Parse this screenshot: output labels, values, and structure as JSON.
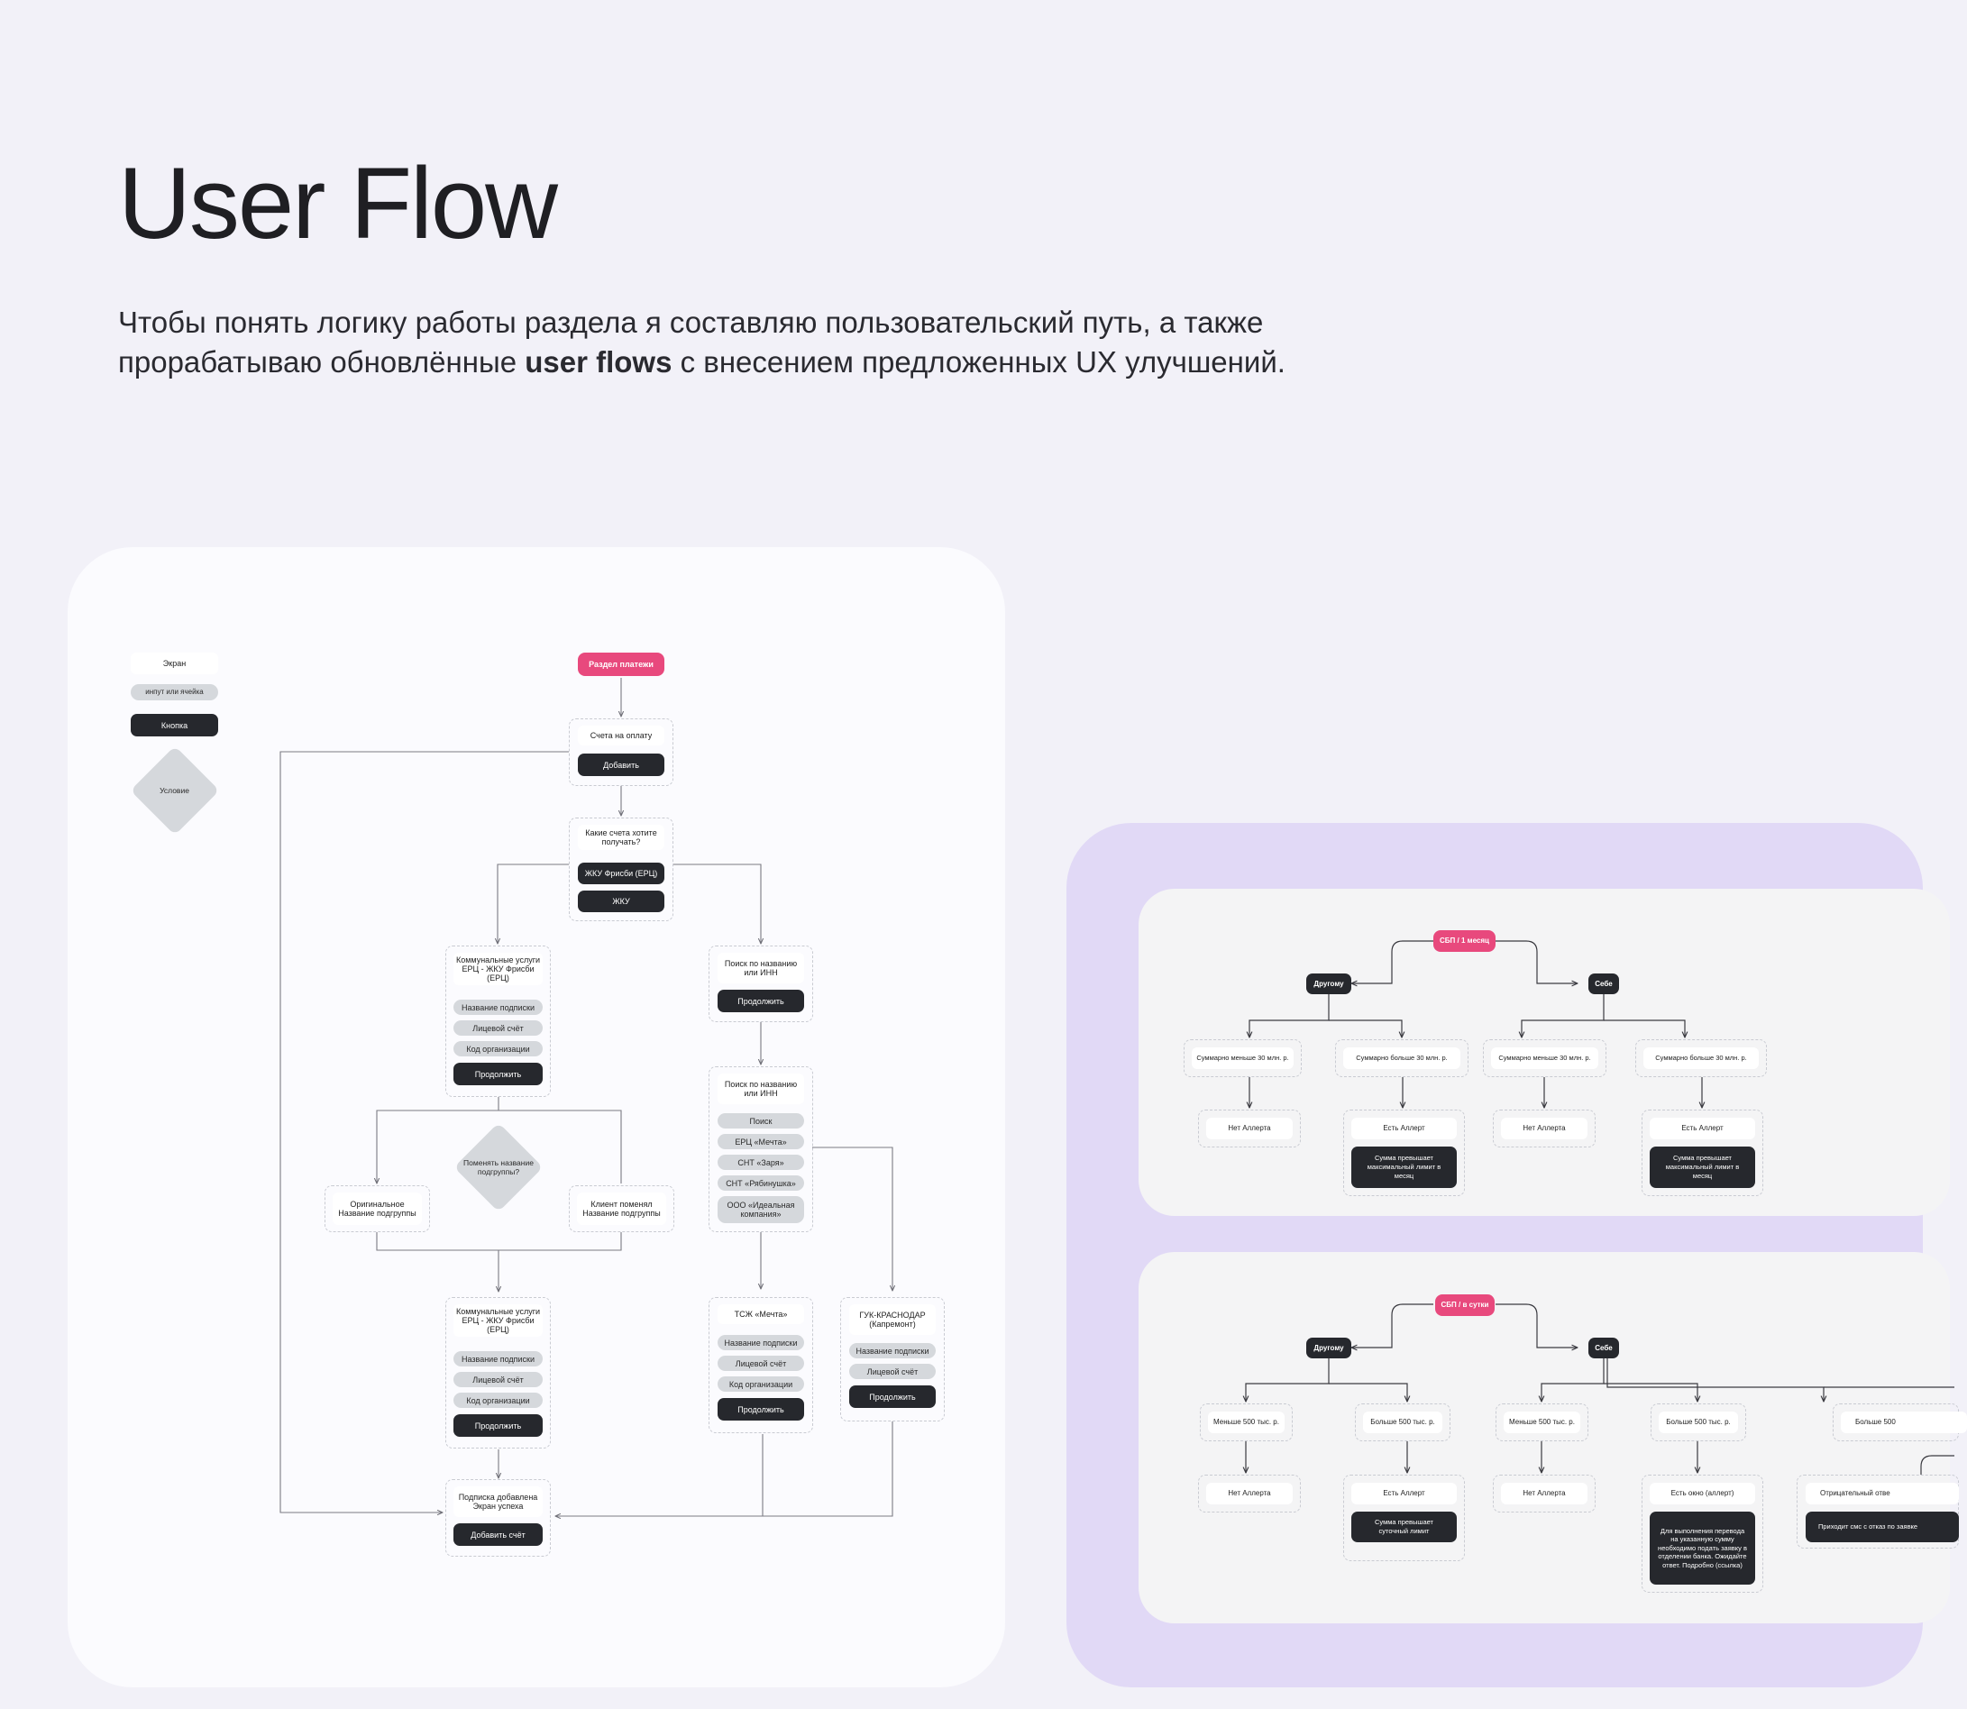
{
  "header": {
    "title": "User Flow",
    "intro_part1": "Чтобы понять логику работы раздела я составляю пользовательский путь, а также прорабатываю обновлённые ",
    "intro_bold": "user flows",
    "intro_part2": " с внесением предложенных UX улучшений."
  },
  "legend": {
    "screen": "Экран",
    "input": "инпут или ячейка",
    "button": "Кнопка",
    "condition": "Условие"
  },
  "flow": {
    "start": "Раздел платежи",
    "bills_title": "Счета на оплату",
    "add_button": "Добавить",
    "which_accounts": "Какие счета хотите получать?",
    "opt_erc": "ЖКУ Фрисби (ЕРЦ)",
    "opt_zhku": "ЖКУ",
    "erc_title": "Коммунальные услуги ЕРЦ - ЖКУ Фрисби (ЕРЦ)",
    "field_sub_name": "Название подписки",
    "field_account": "Лицевой счёт",
    "field_org_code": "Код организации",
    "continue": "Продолжить",
    "rename_condition": "Поменять название подгруппы?",
    "original_name": "Оригинальное Название подгруппы",
    "client_renamed": "Клиент поменял Название подгруппы",
    "search_title": "Поиск по названию или ИНН",
    "search_input": "Поиск",
    "results": [
      "ЕРЦ «Мечта»",
      "СНТ «Заря»",
      "СНТ «Рябинушка»",
      "ООО «Идеальная компания»"
    ],
    "tszh_title": "ТСЖ «Мечта»",
    "guk_title": "ГУК-КРАСНОДАР (Капремонт)",
    "success_title": "Подписка добавлена Экран успеха",
    "add_account": "Добавить счёт"
  },
  "sbp_month": {
    "root": "СБП / 1 месяц",
    "other": "Другому",
    "self": "Себе",
    "less": "Суммарно меньше 30 млн. р.",
    "more": "Суммарно больше 30 млн. р.",
    "no_alert": "Нет Аллерта",
    "has_alert": "Есть Аллерт",
    "exceeds": "Сумма превышает максимальный лимит в месяц"
  },
  "sbp_day": {
    "root": "СБП / в сутки",
    "other": "Другому",
    "self": "Себе",
    "less": "Меньше 500 тыс. р.",
    "more": "Больше 500 тыс. р.",
    "more_cut": "Больше 500",
    "no_alert": "Нет Аллерта",
    "has_alert": "Есть Аллерт",
    "exceeds_day": "Сумма превышает суточный лимит",
    "window_alert": "Есть окно (аллерт)",
    "branch_text": "Для выполнения перевода на указанную сумму необходимо подать заявку в отделении банка. Ожидайте ответ. Подробно (ссылка)",
    "negative_cut": "Отрицательный отве",
    "sms_cut": "Приходит смс с отказ по заявке"
  },
  "colors": {
    "accent_pink": "#e8497d",
    "button_dark": "#26282d",
    "input_grey": "#d5d8dc",
    "panel_lavender": "#e1d9f6"
  }
}
